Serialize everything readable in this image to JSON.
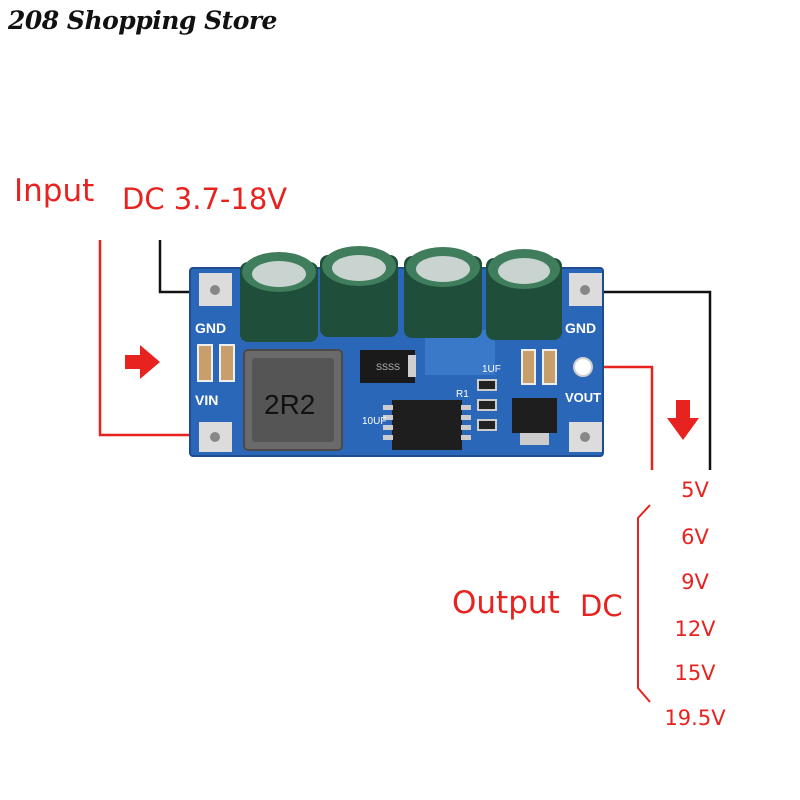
{
  "header": {
    "store_name": "208 Shopping Store"
  },
  "input": {
    "label": "Input",
    "range": "DC 3.7-18V"
  },
  "output": {
    "label": "Output",
    "type": "DC",
    "voltages": [
      "5V",
      "6V",
      "9V",
      "12V",
      "15V",
      "19.5V"
    ]
  },
  "board": {
    "pin_gnd_left": "GND",
    "pin_vin": "VIN",
    "pin_gnd_right": "GND",
    "pin_vout": "VOUT",
    "inductor_marking": "2R2",
    "cap_label_1": "1UF",
    "cap_label_2": "10UF",
    "resistor_label": "R1",
    "chip_marking": "SSSS"
  },
  "colors": {
    "accent_red": "#e8231f",
    "pcb_blue": "#2b67b8",
    "cap_green": "#1f4f3a"
  }
}
